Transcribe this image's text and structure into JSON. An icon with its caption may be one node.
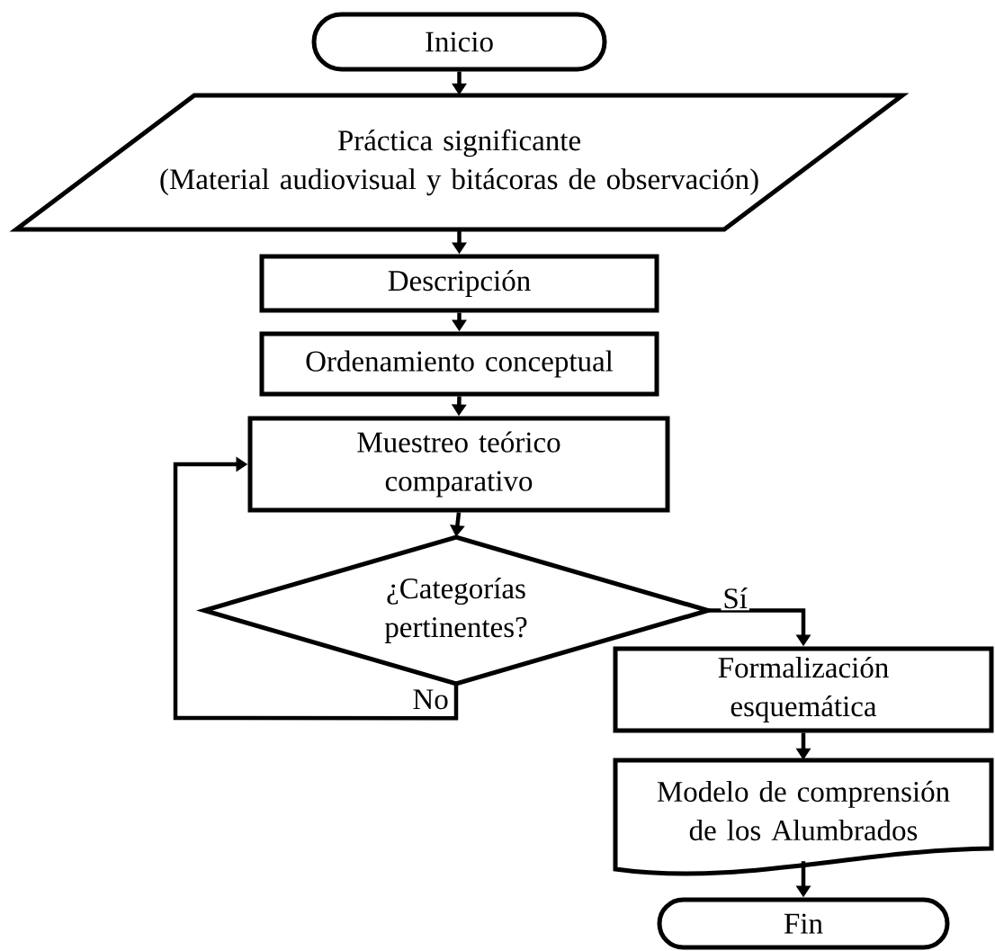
{
  "diagram": {
    "nodes": [
      {
        "text": [
          "Inicio"
        ]
      },
      {
        "text": [
          "Práctica significante",
          "(Material audiovisual y bitácoras de observación)"
        ]
      },
      {
        "text": [
          "Descripción"
        ]
      },
      {
        "text": [
          "Ordenamiento conceptual"
        ]
      },
      {
        "text": [
          "Muestreo teórico comparativo"
        ]
      },
      {
        "text": [
          "¿Categorías pertinentes?"
        ]
      },
      {
        "text": [
          "Formalización esquemática"
        ]
      },
      {
        "text": [
          "Modelo de comprensión de los Alumbrados"
        ]
      },
      {
        "text": [
          "Fin"
        ]
      }
    ],
    "edges": [
      {
        "from": 0,
        "to": 1,
        "arrow": "to"
      },
      {
        "from": 1,
        "to": 2,
        "arrow": "to"
      },
      {
        "from": 2,
        "to": 3,
        "arrow": "to"
      },
      {
        "from": 3,
        "to": 4,
        "arrow": "to"
      },
      {
        "from": 4,
        "to": 5,
        "arrow": "to"
      },
      {
        "from": 5,
        "to": 6,
        "arrow": "to",
        "label": "Sí"
      },
      {
        "from": 5,
        "to": 4,
        "arrow": "to",
        "label": "No"
      },
      {
        "from": 6,
        "to": 7,
        "arrow": "to"
      },
      {
        "from": 7,
        "to": 8,
        "arrow": "to"
      }
    ]
  }
}
